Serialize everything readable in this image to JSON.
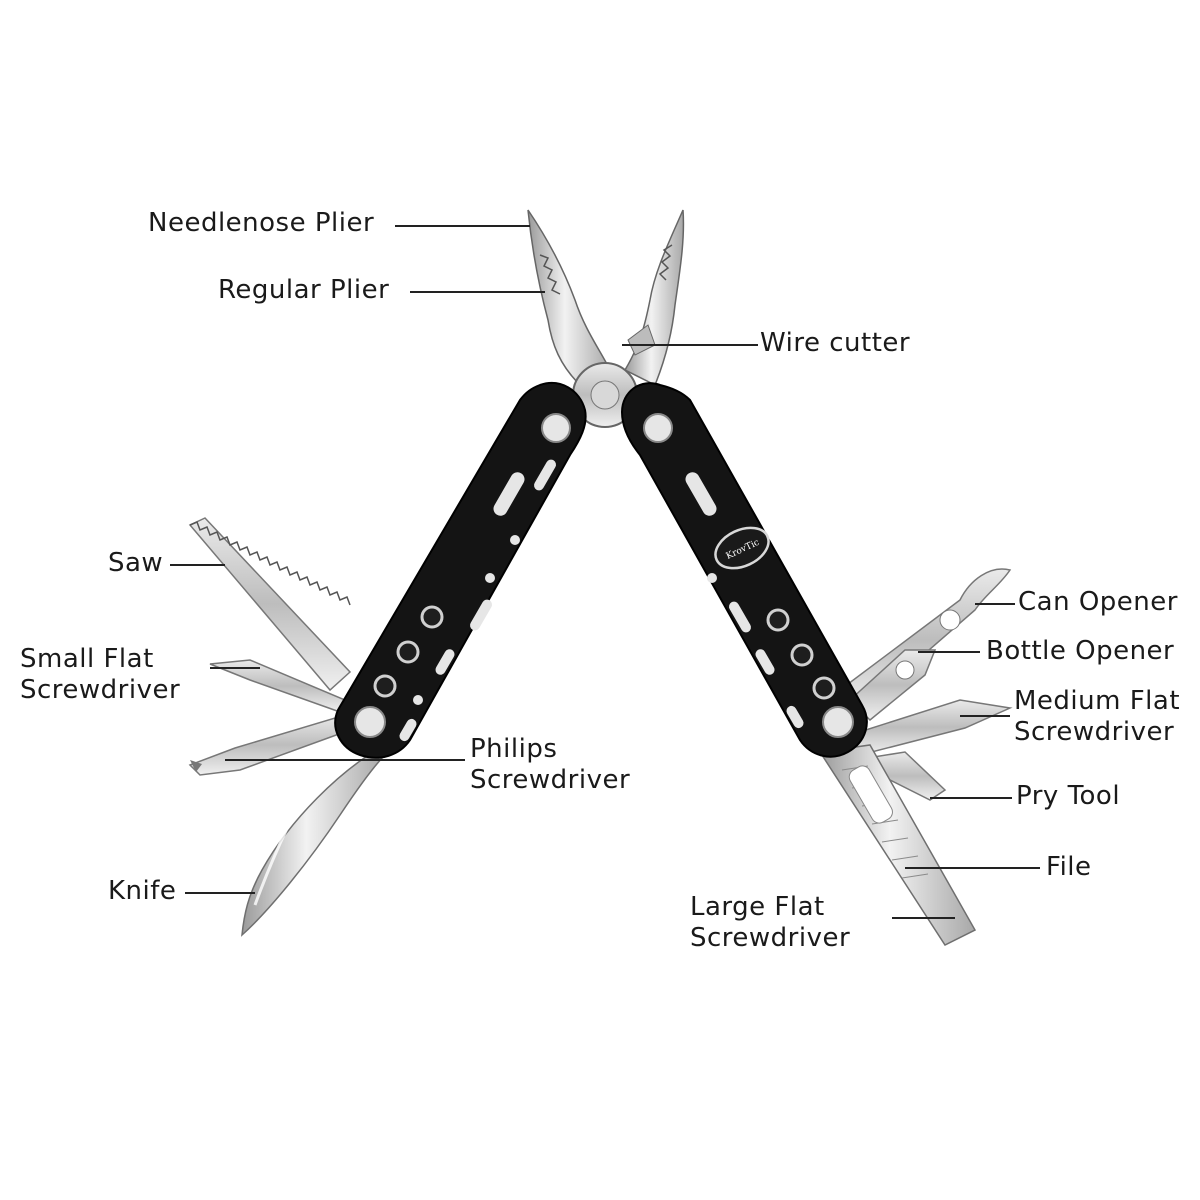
{
  "brand": "KrovTic",
  "labels": {
    "needlenose_plier": "Needlenose Plier",
    "regular_plier": "Regular Plier",
    "wire_cutter": "Wire cutter",
    "saw": "Saw",
    "small_flat_screwdriver": [
      "Small Flat",
      "Screwdriver"
    ],
    "philips_screwdriver": [
      "Philips",
      "Screwdriver"
    ],
    "knife": "Knife",
    "can_opener": "Can Opener",
    "bottle_opener": "Bottle Opener",
    "medium_flat_screwdriver": [
      "Medium Flat",
      "Screwdriver"
    ],
    "pry_tool": "Pry Tool",
    "file": "File",
    "large_flat_screwdriver": [
      "Large Flat",
      "Screwdriver"
    ]
  },
  "colors": {
    "handle": "#141414",
    "steel": "#d4d4d4",
    "steel_dark": "#8a8a8a",
    "leader": "#222222",
    "text": "#1a1a1a"
  }
}
